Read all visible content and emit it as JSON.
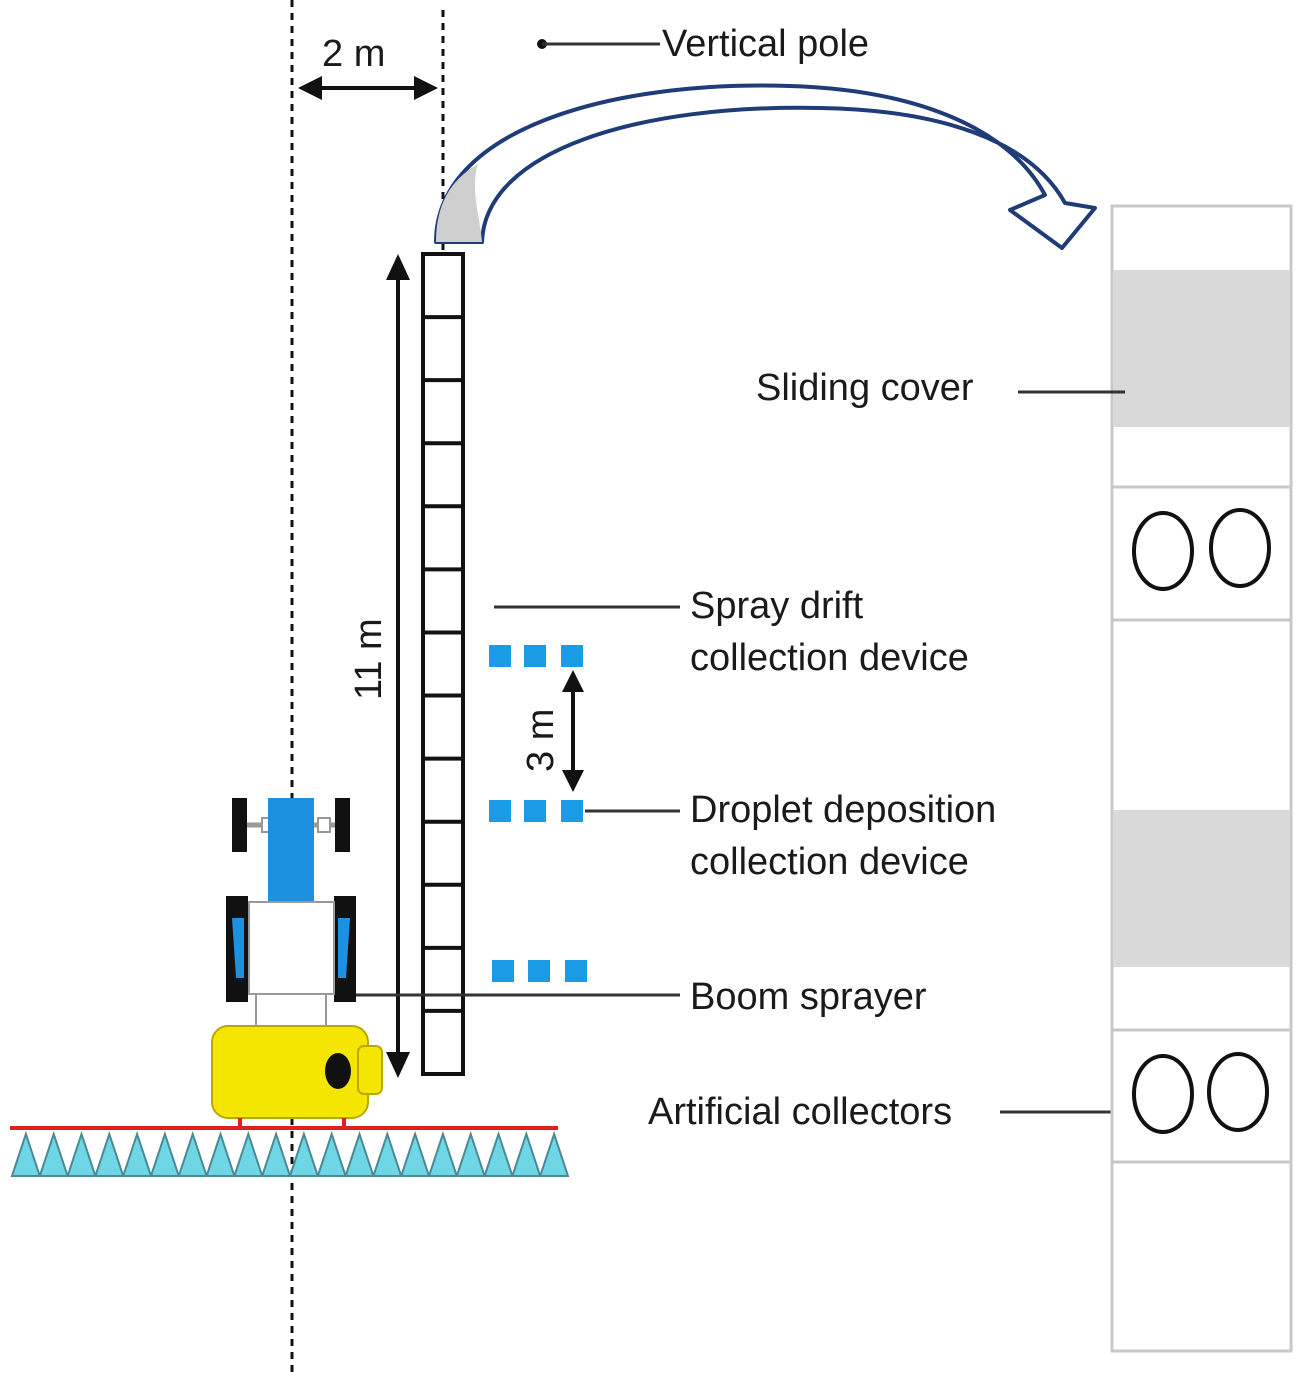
{
  "labels": {
    "vertical_pole": "Vertical pole",
    "sliding_cover": "Sliding cover",
    "spray_drift_line1": "Spray drift",
    "spray_drift_line2": "collection device",
    "droplet_line1": "Droplet deposition",
    "droplet_line2": "collection device",
    "boom_sprayer": "Boom sprayer",
    "artificial_collectors": "Artificial collectors"
  },
  "dimensions": {
    "horizontal": "2 m",
    "pole_height": "11 m",
    "device_spacing": "3 m"
  },
  "colors": {
    "tractor_yellow": "#f5e600",
    "tractor_blue": "#1e90e0",
    "device_blue": "#1a9be6",
    "nozzle_cyan": "#6fd6e6",
    "boom_red": "#e02020",
    "cover_gray": "#d9d9d9",
    "arrow_outline": "#1f3c78"
  }
}
